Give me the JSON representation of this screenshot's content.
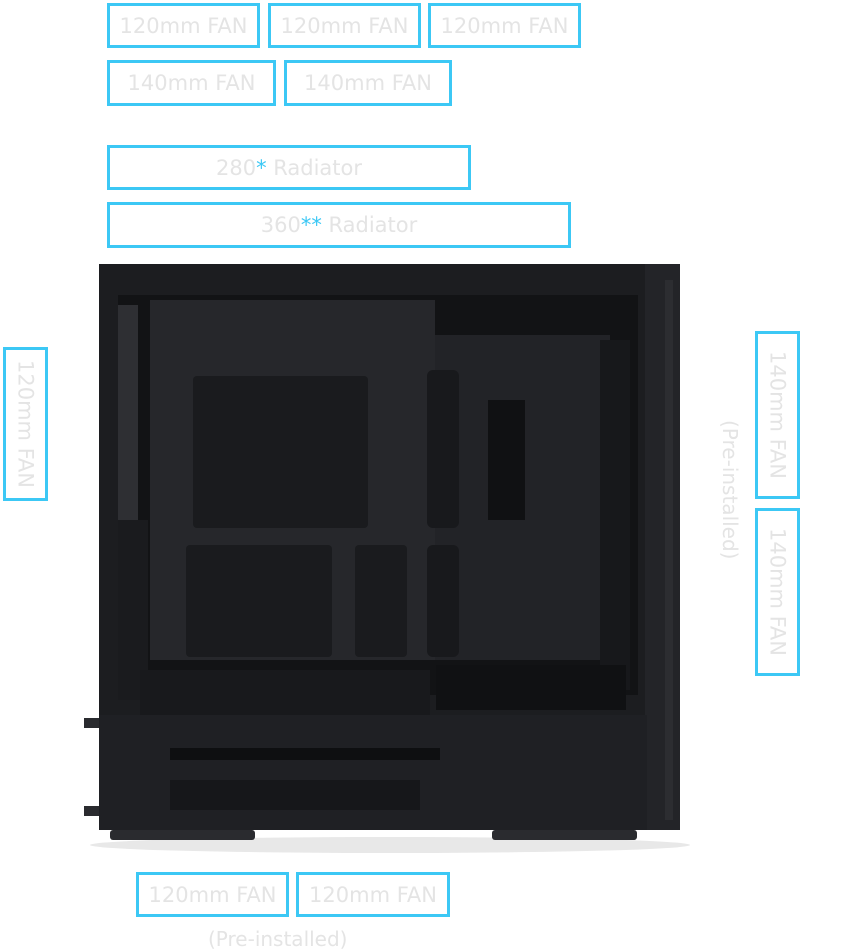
{
  "top_fans": [
    "120mm FAN",
    "120mm FAN",
    "120mm FAN"
  ],
  "top_fans_140": [
    "140mm FAN",
    "140mm FAN"
  ],
  "radiators": [
    {
      "size": "280",
      "mark": "*",
      "label": "Radiator"
    },
    {
      "size": "360",
      "mark": "**",
      "label": "Radiator"
    }
  ],
  "rear_fan": "120mm FAN",
  "front_fans": [
    "140mm FAN",
    "140mm FAN"
  ],
  "front_note": "(Pre-installed)",
  "bottom_fans": [
    "120mm FAN",
    "120mm FAN"
  ],
  "bottom_note": "(Pre-installed)",
  "colors": {
    "accent": "#3cc8f5",
    "label_text": "#e4e4e4",
    "case": "#1c1d20"
  }
}
